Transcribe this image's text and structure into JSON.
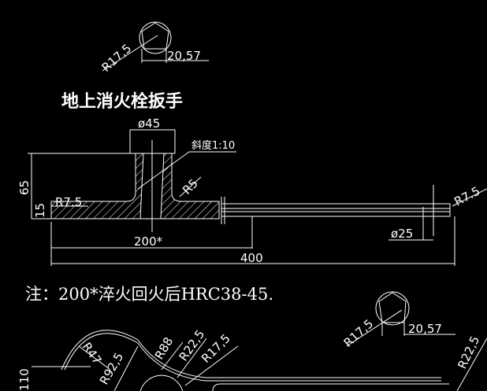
{
  "colors": {
    "background": "#000000",
    "lines": "#ffffff"
  },
  "top_detail": {
    "radius": "R17,5",
    "width": "20,57"
  },
  "title": "地上消火栓扳手",
  "section_view": {
    "bore_dia": "ø45",
    "taper": "斜度1:10",
    "height": "65",
    "plate_thickness": "15",
    "left_radius": "R7.5",
    "fillet_radius": "R5",
    "end_radius": "R7.5",
    "rod_dia": "ø25",
    "hardened_length": "200*",
    "total_length": "400"
  },
  "note": "注：200*淬火回火后HRC38-45.",
  "bottom_detail": {
    "radius": "R17,5",
    "width": "20,57"
  },
  "plan_view": {
    "r47": "R47",
    "r92": "R92,5",
    "r88": "R88",
    "r22a": "R22,5",
    "r17": "R17,5",
    "r22b": "R22,5",
    "height": "110"
  }
}
